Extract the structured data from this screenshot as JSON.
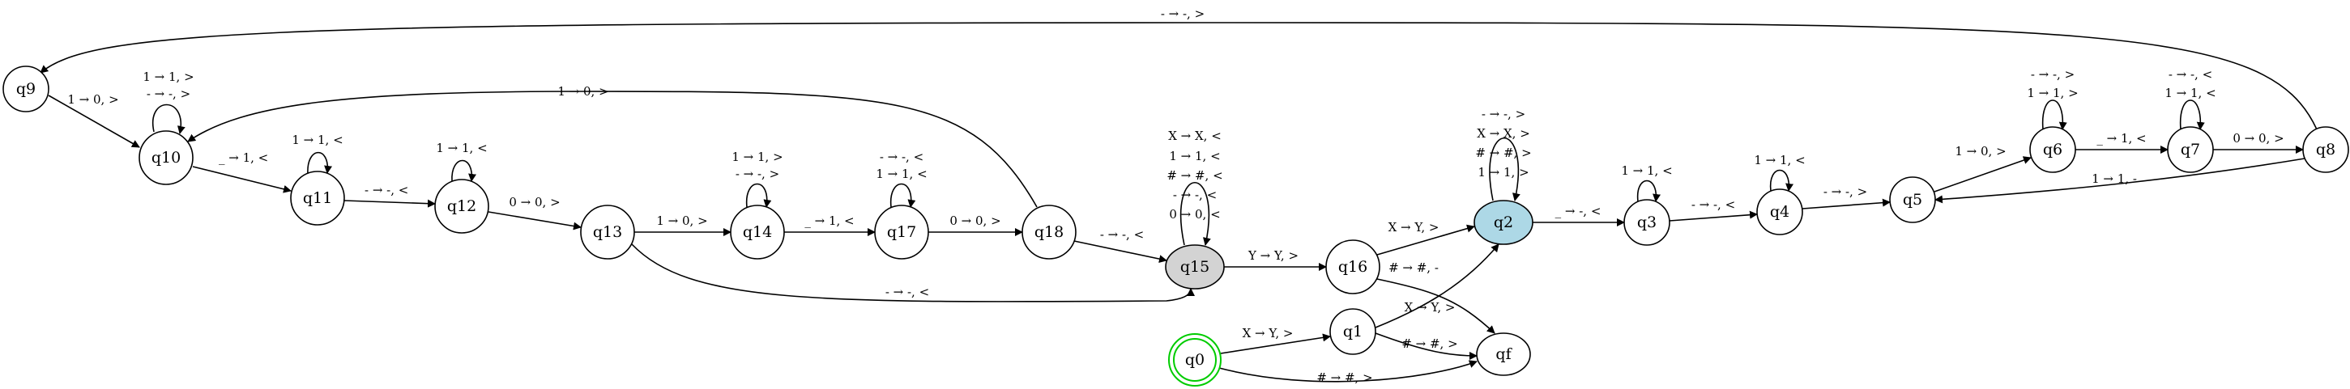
{
  "colors": {
    "background": "#ffffff",
    "stroke": "#000000",
    "state_default": "#ffffff",
    "state_current": "#add8e6",
    "state_highlight": "#d3d3d3",
    "state_start_ring": "#00cc00"
  },
  "states": {
    "q0": "q0",
    "q1": "q1",
    "q2": "q2",
    "q3": "q3",
    "q4": "q4",
    "q5": "q5",
    "q6": "q6",
    "q7": "q7",
    "q8": "q8",
    "q9": "q9",
    "q10": "q10",
    "q11": "q11",
    "q12": "q12",
    "q13": "q13",
    "q14": "q14",
    "q15": "q15",
    "q16": "q16",
    "q17": "q17",
    "q18": "q18",
    "qf": "qf"
  },
  "state_roles": {
    "start": "q0",
    "current": "q2",
    "highlighted": "q15"
  },
  "transitions": [
    {
      "from": "q8",
      "to": "q9",
      "label": "- → -, >"
    },
    {
      "from": "q9",
      "to": "q10",
      "label": "1 → 0, >"
    },
    {
      "from": "q10",
      "to": "q10",
      "label": "1 → 1, >"
    },
    {
      "from": "q10",
      "to": "q10",
      "label": "- → -, >"
    },
    {
      "from": "q18",
      "to": "q10",
      "label": "1 → 0, >"
    },
    {
      "from": "q10",
      "to": "q11",
      "label": "_ → 1, <"
    },
    {
      "from": "q11",
      "to": "q11",
      "label": "1 → 1, <"
    },
    {
      "from": "q11",
      "to": "q12",
      "label": "- → -, <"
    },
    {
      "from": "q12",
      "to": "q12",
      "label": "1 → 1, <"
    },
    {
      "from": "q12",
      "to": "q13",
      "label": "0 → 0, >"
    },
    {
      "from": "q13",
      "to": "q14",
      "label": "1 → 0, >"
    },
    {
      "from": "q13",
      "to": "q15",
      "label": "- → -, <"
    },
    {
      "from": "q14",
      "to": "q14",
      "label": "1 → 1, >"
    },
    {
      "from": "q14",
      "to": "q14",
      "label": "- → -, >"
    },
    {
      "from": "q14",
      "to": "q17",
      "label": "_ → 1, <"
    },
    {
      "from": "q17",
      "to": "q17",
      "label": "- → -, <"
    },
    {
      "from": "q17",
      "to": "q17",
      "label": "1 → 1, <"
    },
    {
      "from": "q17",
      "to": "q18",
      "label": "0 → 0, >"
    },
    {
      "from": "q18",
      "to": "q15",
      "label": "- → -, <"
    },
    {
      "from": "q15",
      "to": "q15",
      "label": "X → X, <"
    },
    {
      "from": "q15",
      "to": "q15",
      "label": "1 → 1, <"
    },
    {
      "from": "q15",
      "to": "q15",
      "label": "# → #, <"
    },
    {
      "from": "q15",
      "to": "q15",
      "label": "- → -, <"
    },
    {
      "from": "q15",
      "to": "q15",
      "label": "0 → 0, <"
    },
    {
      "from": "q15",
      "to": "q16",
      "label": "Y → Y, >"
    },
    {
      "from": "q16",
      "to": "q2",
      "label": "X → Y, >"
    },
    {
      "from": "q16",
      "to": "qf",
      "label": "# → #, -"
    },
    {
      "from": "q2",
      "to": "q2",
      "label": "- → -, >"
    },
    {
      "from": "q2",
      "to": "q2",
      "label": "X → X, >"
    },
    {
      "from": "q2",
      "to": "q2",
      "label": "# → #, >"
    },
    {
      "from": "q2",
      "to": "q2",
      "label": "1 → 1, >"
    },
    {
      "from": "q2",
      "to": "q3",
      "label": "_ → -, <"
    },
    {
      "from": "q3",
      "to": "q3",
      "label": "1 → 1, <"
    },
    {
      "from": "q3",
      "to": "q4",
      "label": "- → -, <"
    },
    {
      "from": "q4",
      "to": "q4",
      "label": "1 → 1, <"
    },
    {
      "from": "q4",
      "to": "q5",
      "label": "- → -, >"
    },
    {
      "from": "q5",
      "to": "q6",
      "label": "1 → 0, >"
    },
    {
      "from": "q6",
      "to": "q6",
      "label": "- → -, >"
    },
    {
      "from": "q6",
      "to": "q6",
      "label": "1 → 1, >"
    },
    {
      "from": "q6",
      "to": "q7",
      "label": "_ → 1, <"
    },
    {
      "from": "q7",
      "to": "q7",
      "label": "- → -, <"
    },
    {
      "from": "q7",
      "to": "q7",
      "label": "1 → 1, <"
    },
    {
      "from": "q7",
      "to": "q8",
      "label": "0 → 0, >"
    },
    {
      "from": "q8",
      "to": "q5",
      "label": "1 → 1, -"
    },
    {
      "from": "q0",
      "to": "q1",
      "label": "X → Y, >"
    },
    {
      "from": "q0",
      "to": "qf",
      "label": "# → #, >"
    },
    {
      "from": "q1",
      "to": "q2",
      "label": "X → Y, >"
    },
    {
      "from": "q1",
      "to": "qf",
      "label": "# → #, >"
    }
  ]
}
